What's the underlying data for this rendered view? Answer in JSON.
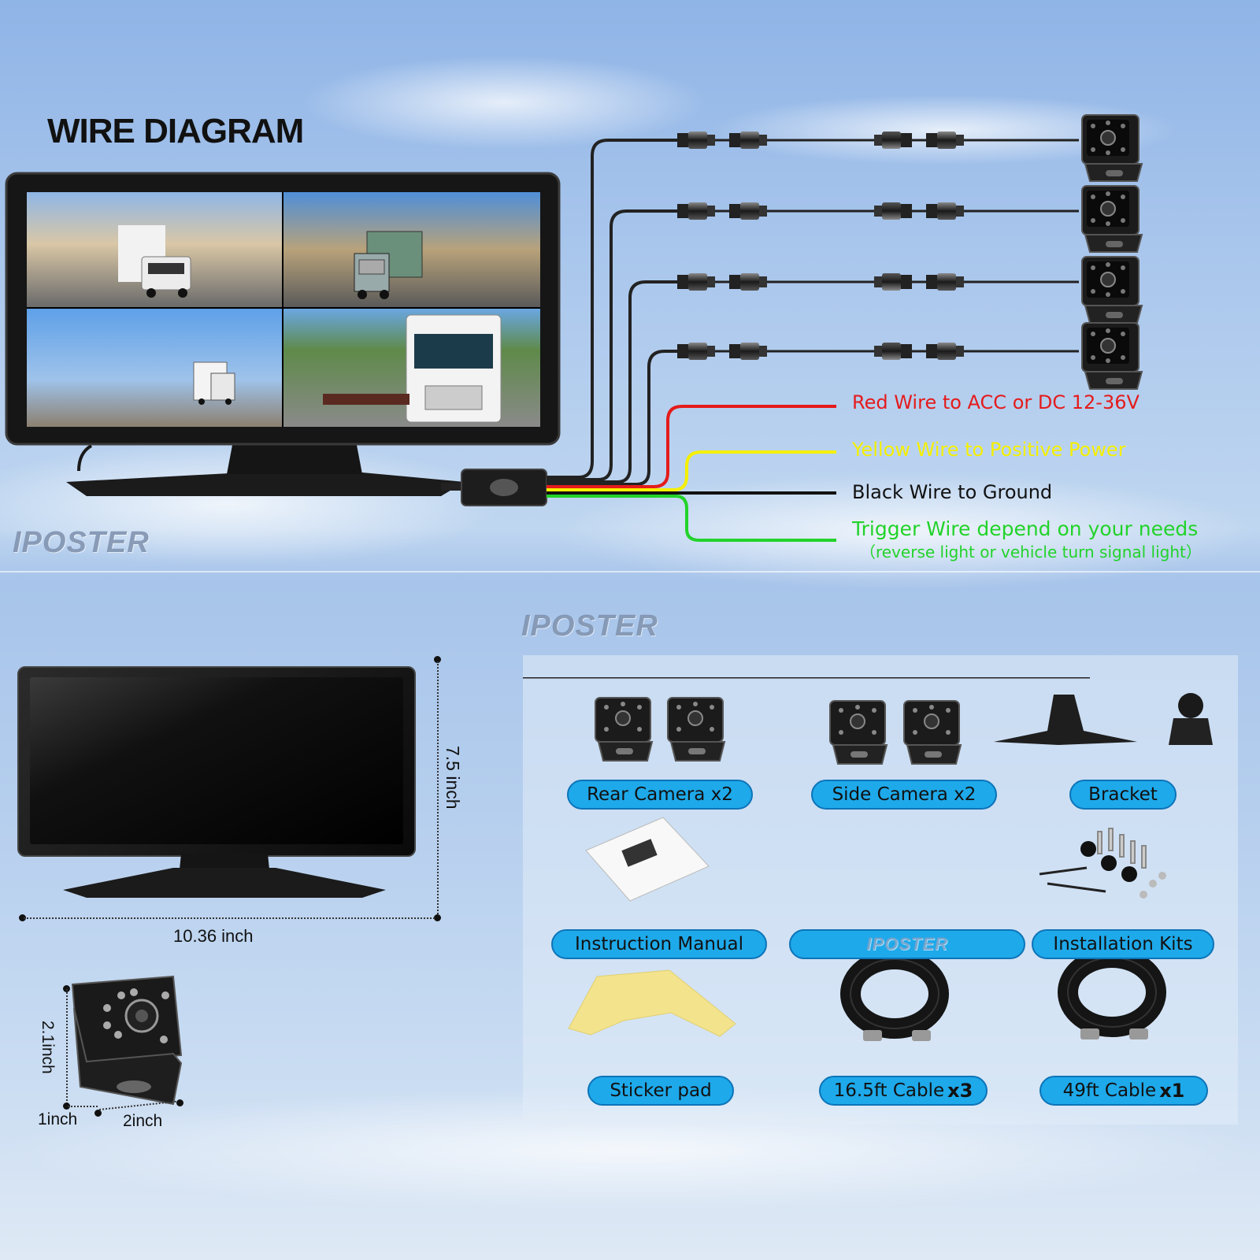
{
  "title": "WIRE DIAGRAM",
  "brand": "IPOSTER",
  "wires": {
    "red": "Red Wire to ACC or DC 12-36V",
    "yellow": "Yellow Wire to Positive Power",
    "black": "Black Wire to Ground",
    "green": "Trigger Wire depend on your needs",
    "green_note": "（reverse light or vehicle turn signal light）"
  },
  "colors": {
    "red": "#e41b1b",
    "yellow": "#f5f000",
    "black": "#111111",
    "green": "#22d32a",
    "pill": "#1ea9ea"
  },
  "dimensions": {
    "monitor_height": "7.5 inch",
    "monitor_width": "10.36 inch",
    "camera_height": "2.1inch",
    "camera_depth": "1inch",
    "camera_width": "2inch"
  },
  "package": {
    "rear_camera": "Rear Camera x2",
    "side_camera": "Side Camera x2",
    "bracket": "Bracket",
    "manual": "Instruction Manual",
    "kits": "Installation Kits",
    "sticker": "Sticker pad",
    "cable_short": "16.5ft Cable",
    "cable_short_qty": "x3",
    "cable_long": "49ft Cable",
    "cable_long_qty": "x1"
  }
}
